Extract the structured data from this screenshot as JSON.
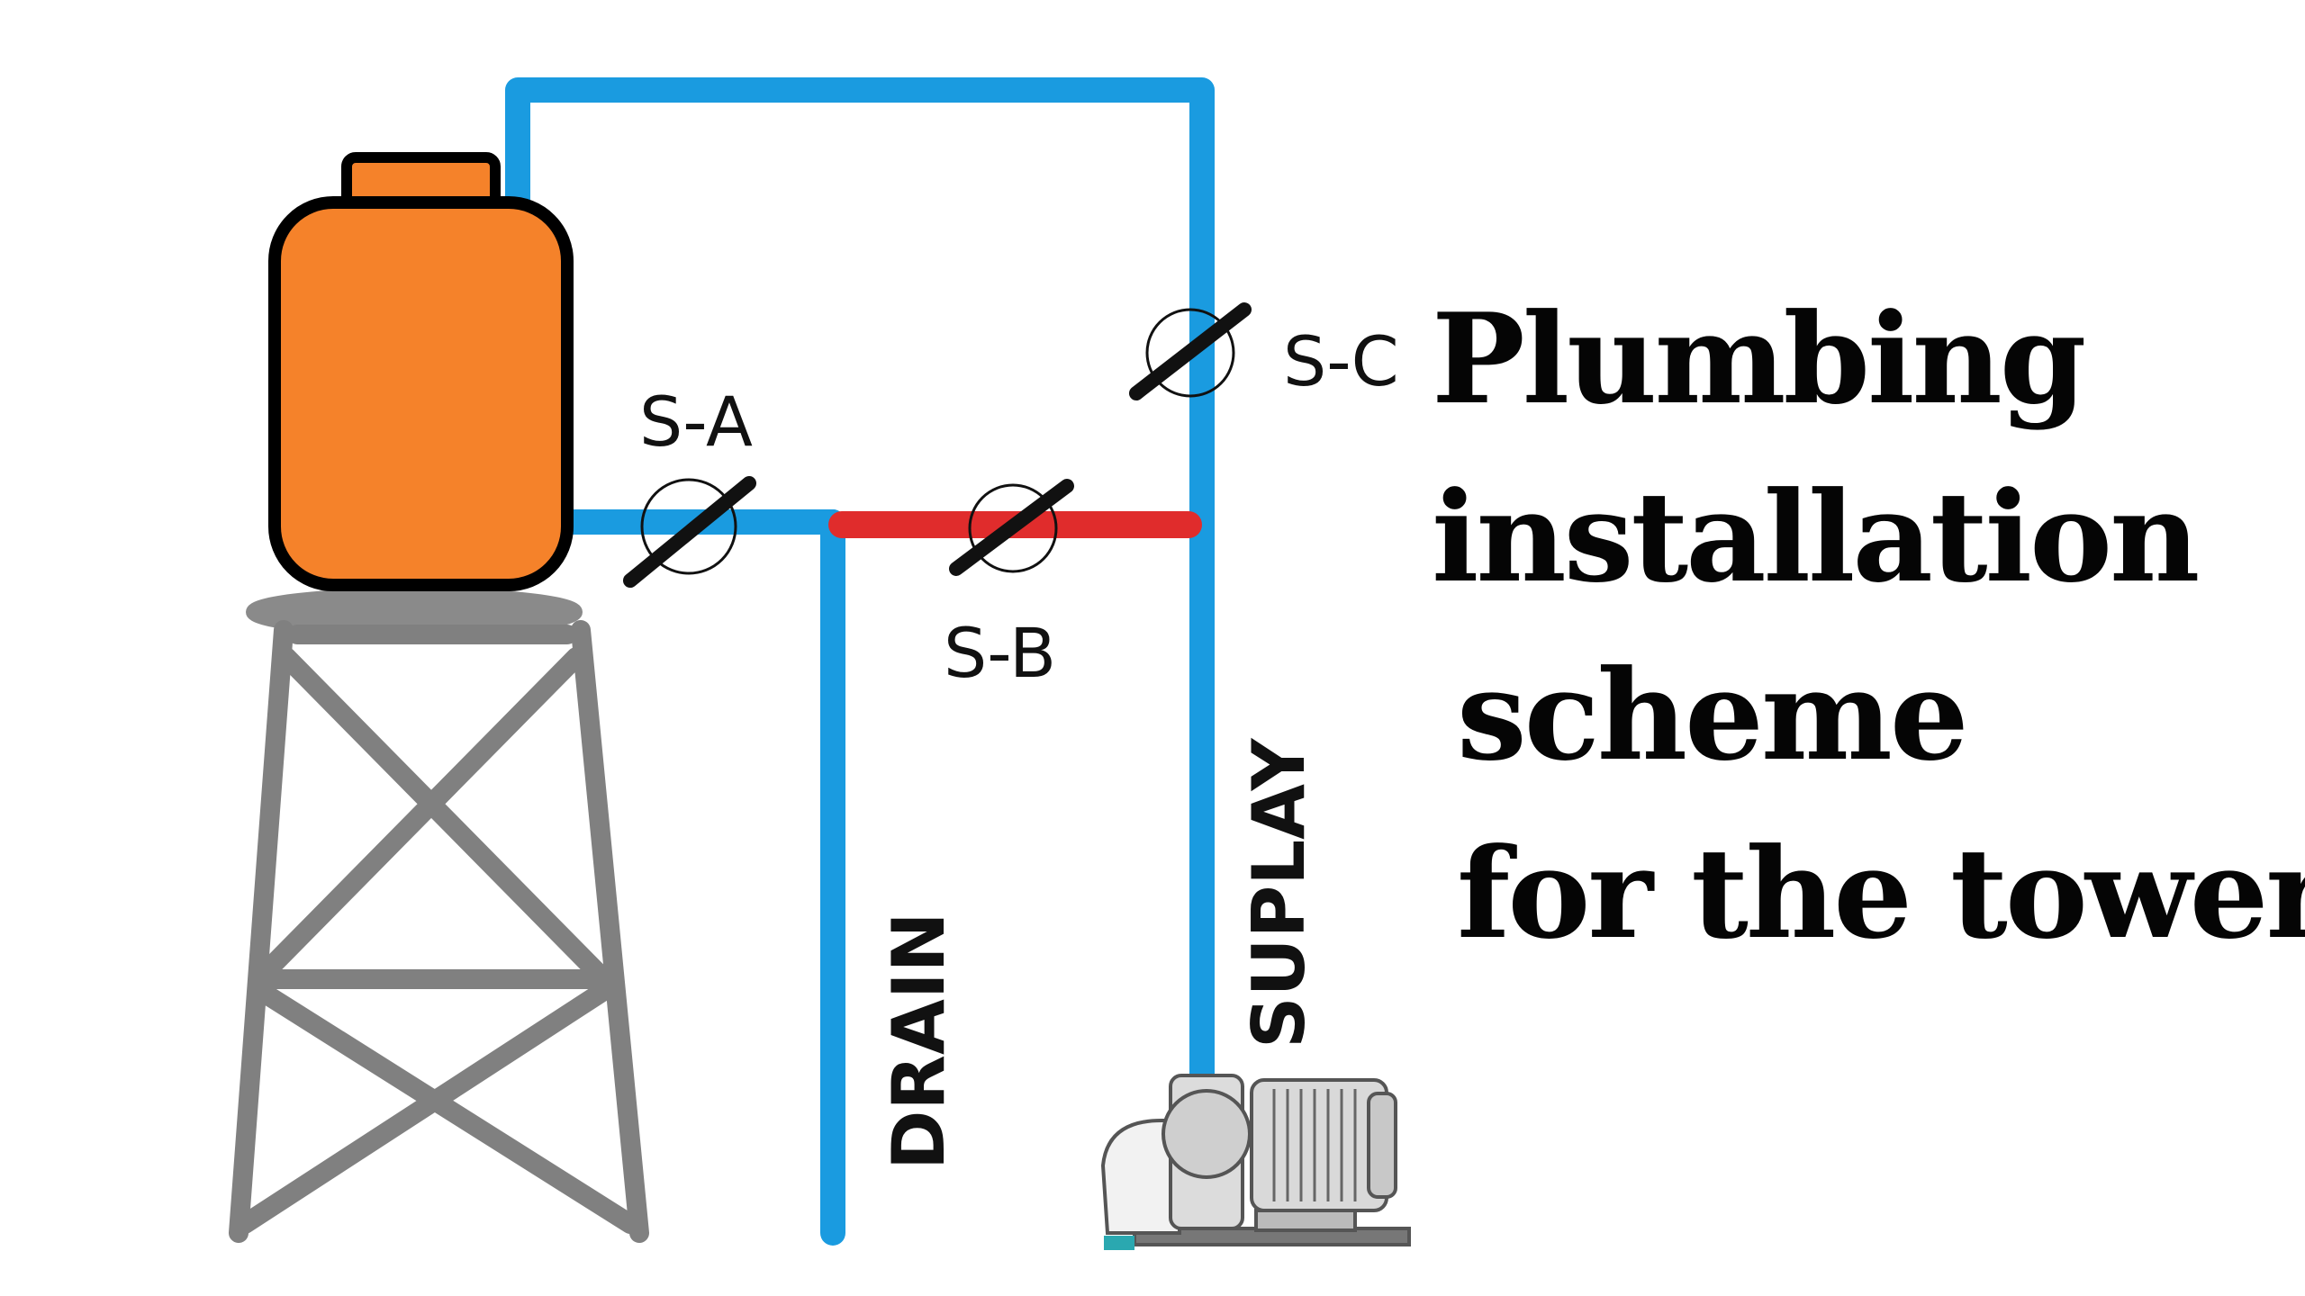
{
  "colors": {
    "pipe_supply": "#1a9be0",
    "pipe_hot": "#e02c2c",
    "tank_fill": "#f5822a",
    "tank_outline": "#000000",
    "tower": "#808080",
    "text": "#111111"
  },
  "icons": {
    "tank": "water-tank-icon",
    "tower": "tower-stand-icon",
    "pump": "water-pump-icon",
    "valve": "valve-icon"
  },
  "valves": {
    "a": "S-A",
    "b": "S-B",
    "c": "S-C"
  },
  "pipes": {
    "drain": "DRAIN",
    "supply": "SUPLAY"
  },
  "title": {
    "line1": "Plumbing",
    "line2": "installation",
    "line3": "scheme",
    "line4": "for the tower"
  }
}
